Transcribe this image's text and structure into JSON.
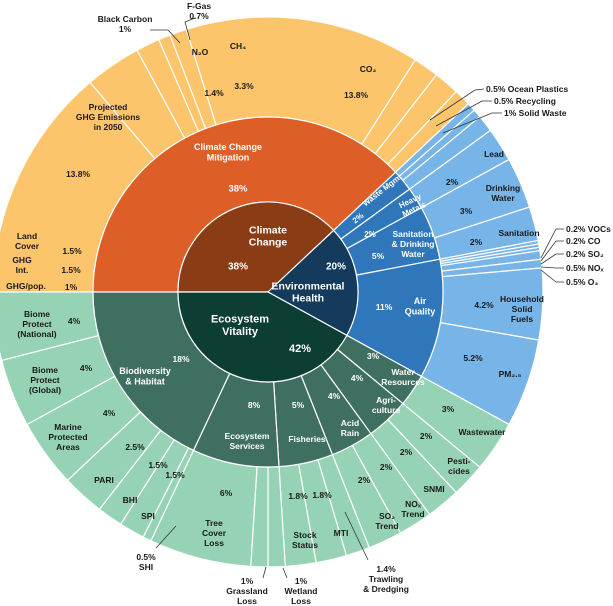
{
  "chart_data": {
    "type": "sunburst",
    "colors": {
      "climate_center": "#8a3d14",
      "climate_mid": "#dd5f27",
      "climate_outer": "#fcc56c",
      "env_center": "#143b5c",
      "env_mid": "#2f77ba",
      "env_outer": "#77b4e7",
      "eco_center": "#0c3e33",
      "eco_mid": "#3f6f61",
      "eco_outer": "#96d3b5"
    },
    "categories": [
      {
        "name": "Climate Change",
        "value": 38,
        "value_label": "38%",
        "color": "#8a3d14",
        "children": [
          {
            "name": "Climate Change Mitigation",
            "value": 38,
            "value_label": "38%",
            "color": "#dd5f27",
            "children": [
              {
                "name": "CO₂",
                "value": 13.8,
                "value_label": "13.8%"
              },
              {
                "name": "CH₄",
                "value": 3.3,
                "value_label": "3.3%"
              },
              {
                "name": "N₂O",
                "value": 1.4,
                "value_label": "1.4%"
              },
              {
                "name": "F-Gas",
                "value": 0.7,
                "value_label": "0.7%"
              },
              {
                "name": "Black Carbon",
                "value": 1,
                "value_label": "1%"
              },
              {
                "name": "Projected GHG Emissions in 2050",
                "value": 13.8,
                "value_label": "13.8%"
              },
              {
                "name": "Land Cover",
                "value": 1.5,
                "value_label": "1.5%"
              },
              {
                "name": "GHG Int.",
                "value": 1.5,
                "value_label": "1.5%"
              },
              {
                "name": "GHG/pop.",
                "value": 1,
                "value_label": "1%"
              }
            ]
          }
        ]
      },
      {
        "name": "Environmental Health",
        "value": 20,
        "value_label": "20%",
        "color": "#143b5c",
        "children": [
          {
            "name": "Waste Mgmt",
            "value": 2,
            "value_label": "2%",
            "color": "#2f77ba",
            "children": [
              {
                "name": "Ocean Plastics",
                "value": 0.5,
                "value_label": "0.5%"
              },
              {
                "name": "Recycling",
                "value": 0.5,
                "value_label": "0.5%"
              },
              {
                "name": "Solid Waste",
                "value": 1,
                "value_label": "1%"
              }
            ]
          },
          {
            "name": "Heavy Metals",
            "value": 2,
            "value_label": "2%",
            "color": "#2f77ba",
            "children": [
              {
                "name": "Lead",
                "value": 2,
                "value_label": "2%"
              }
            ]
          },
          {
            "name": "Sanitation & Drinking Water",
            "value": 5,
            "value_label": "5%",
            "color": "#2f77ba",
            "children": [
              {
                "name": "Drinking Water",
                "value": 3,
                "value_label": "3%"
              },
              {
                "name": "Sanitation",
                "value": 2,
                "value_label": "2%"
              }
            ]
          },
          {
            "name": "Air Quality",
            "value": 11,
            "value_label": "11%",
            "color": "#2f77ba",
            "children": [
              {
                "name": "VOCs",
                "value": 0.2,
                "value_label": "0.2%"
              },
              {
                "name": "CO",
                "value": 0.2,
                "value_label": "0.2%"
              },
              {
                "name": "SO₂",
                "value": 0.2,
                "value_label": "0.2%"
              },
              {
                "name": "NOₓ",
                "value": 0.5,
                "value_label": "0.5%"
              },
              {
                "name": "O₃",
                "value": 0.5,
                "value_label": "0.5%"
              },
              {
                "name": "Household Solid Fuels",
                "value": 4.2,
                "value_label": "4.2%"
              },
              {
                "name": "PM₂.₅",
                "value": 5.2,
                "value_label": "5.2%"
              }
            ]
          }
        ]
      },
      {
        "name": "Ecosystem Vitality",
        "value": 42,
        "value_label": "42%",
        "color": "#0c3e33",
        "children": [
          {
            "name": "Water Resources",
            "value": 3,
            "value_label": "3%",
            "color": "#3f6f61",
            "children": [
              {
                "name": "Wastewater",
                "value": 3,
                "value_label": "3%"
              }
            ]
          },
          {
            "name": "Agri-culture",
            "value": 4,
            "value_label": "4%",
            "color": "#3f6f61",
            "children": [
              {
                "name": "Pesti-cides",
                "value": 2,
                "value_label": "2%"
              },
              {
                "name": "SNMI",
                "value": 2,
                "value_label": "2%"
              }
            ]
          },
          {
            "name": "Acid Rain",
            "value": 4,
            "value_label": "4%",
            "color": "#3f6f61",
            "children": [
              {
                "name": "NOₓ Trend",
                "value": 2,
                "value_label": "2%"
              },
              {
                "name": "SO₂ Trend",
                "value": 2,
                "value_label": "2%"
              }
            ]
          },
          {
            "name": "Fisheries",
            "value": 5,
            "value_label": "5%",
            "color": "#3f6f61",
            "children": [
              {
                "name": "Trawling & Dredging",
                "value": 1.4,
                "value_label": "1.4%"
              },
              {
                "name": "MTI",
                "value": 1.8,
                "value_label": "1.8%"
              },
              {
                "name": "Stock Status",
                "value": 1.8,
                "value_label": "1.8%"
              }
            ]
          },
          {
            "name": "Ecosystem Services",
            "value": 8,
            "value_label": "8%",
            "color": "#3f6f61",
            "children": [
              {
                "name": "Wetland Loss",
                "value": 1,
                "value_label": "1%"
              },
              {
                "name": "Grassland Loss",
                "value": 1,
                "value_label": "1%"
              },
              {
                "name": "Tree Cover Loss",
                "value": 6,
                "value_label": "6%"
              }
            ]
          },
          {
            "name": "Biodiversity & Habitat",
            "value": 18,
            "value_label": "18%",
            "color": "#3f6f61",
            "children": [
              {
                "name": "SHI",
                "value": 0.5,
                "value_label": "0.5%"
              },
              {
                "name": "SPI",
                "value": 1.5,
                "value_label": "1.5%"
              },
              {
                "name": "BHI",
                "value": 1.5,
                "value_label": "1.5%"
              },
              {
                "name": "PARI",
                "value": 2.5,
                "value_label": "2.5%"
              },
              {
                "name": "Marine Protected Areas",
                "value": 4,
                "value_label": "4%"
              },
              {
                "name": "Biome Protect (Global)",
                "value": 4,
                "value_label": "4%"
              },
              {
                "name": "Biome Protect (National)",
                "value": 4,
                "value_label": "4%"
              }
            ]
          }
        ]
      }
    ]
  }
}
